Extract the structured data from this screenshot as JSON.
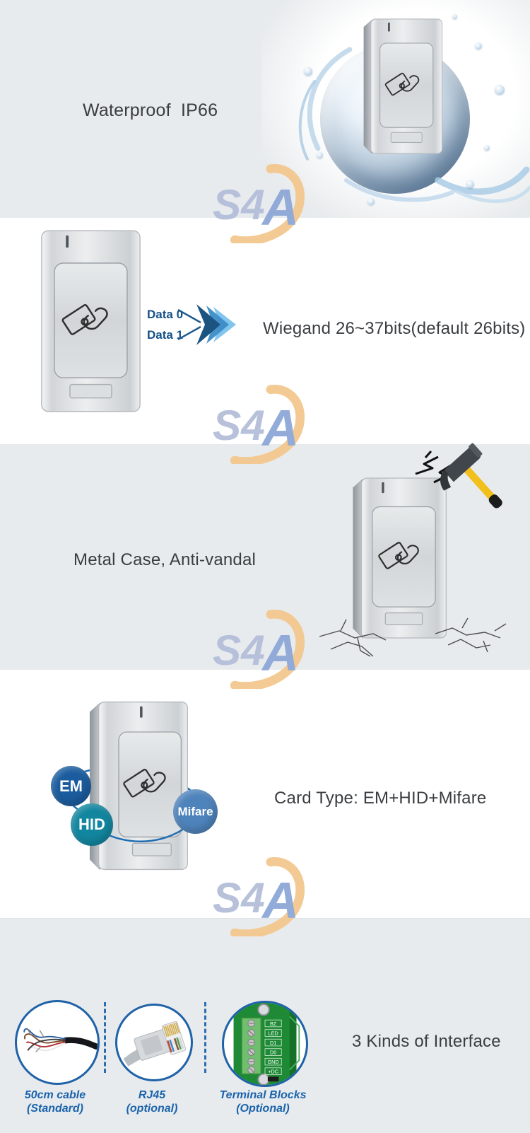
{
  "brand": {
    "part1": "S4",
    "part2": "A"
  },
  "sections": {
    "waterproof": {
      "title": "Waterproof  IP66"
    },
    "wiegand": {
      "title": "Wiegand 26~37bits(default 26bits)",
      "data0": "Data 0",
      "data1": "Data 1"
    },
    "metal": {
      "title": "Metal Case, Anti-vandal"
    },
    "card_type": {
      "title": "Card Type: EM+HID+Mifare",
      "bubbles": [
        {
          "label": "EM"
        },
        {
          "label": "HID"
        },
        {
          "label": "Mifare"
        }
      ]
    },
    "interface": {
      "title": "3 Kinds of Interface",
      "items": [
        {
          "label": "50cm cable",
          "sublabel": "(Standard)"
        },
        {
          "label": "RJ45",
          "sublabel": "(optional)"
        },
        {
          "label": "Terminal Blocks",
          "sublabel": "(Optional)"
        }
      ],
      "terminal_labels": [
        "BZ",
        "LED",
        "D1",
        "D0",
        "GND",
        "+DC"
      ]
    }
  },
  "colors": {
    "section_bg_gray": "#e8ebed",
    "heading": "#3a3d41",
    "accent_blue": "#1f62a8",
    "data_label_blue": "#155089",
    "arrow_dark": "#1d5a8f",
    "arrow_mid": "#3c8cc7",
    "arrow_light": "#82c5ee",
    "em_bubble": "#1b5c9e",
    "hid_bubble": "#12869f",
    "mifare_bubble": "#4e83bb",
    "interface_label": "#1a63ad",
    "logo_orange": "#f3c88e",
    "logo_blue": "#b4bed9",
    "hammer_yellow": "#f2c01d",
    "pcb_green": "#1e8a35"
  }
}
